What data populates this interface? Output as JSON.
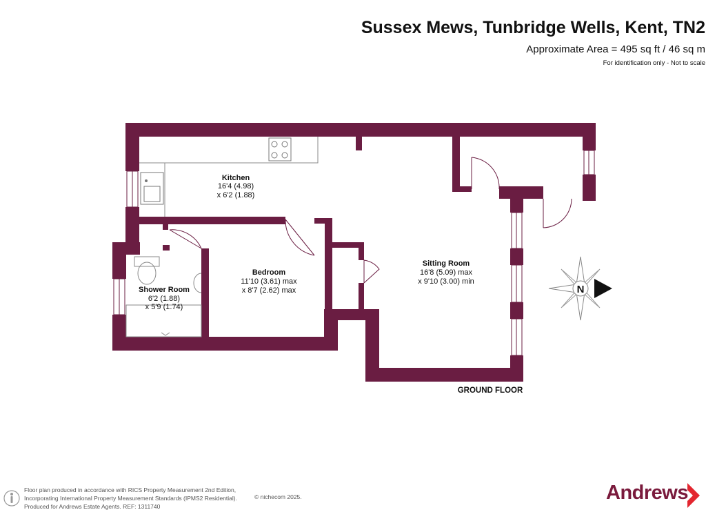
{
  "header": {
    "title": "Sussex Mews, Tunbridge Wells, Kent, TN2",
    "area": "Approximate Area = 495 sq ft / 46 sq m",
    "note": "For identification only - Not to scale"
  },
  "rooms": {
    "kitchen": {
      "name": "Kitchen",
      "dim1": "16'4 (4.98)",
      "dim2": "x 6'2 (1.88)"
    },
    "bedroom": {
      "name": "Bedroom",
      "dim1": "11'10 (3.61) max",
      "dim2": "x 8'7 (2.62) max"
    },
    "shower": {
      "name": "Shower Room",
      "dim1": "6'2 (1.88)",
      "dim2": "x 5'9 (1.74)"
    },
    "sitting": {
      "name": "Sitting Room",
      "dim1": "16'8 (5.09) max",
      "dim2": "x 9'10 (3.00) min"
    }
  },
  "floor_label": "GROUND FLOOR",
  "compass": {
    "letter": "N",
    "icon": "compass-icon"
  },
  "footer": {
    "line1": "Floor plan produced in accordance with RICS Property Measurement 2nd Edition,",
    "line2": "Incorporating International Property Measurement Standards (IPMS2 Residential).",
    "copyright": "© nichecom 2025.",
    "line3": "Produced for Andrews Estate Agents.   REF: 1311740"
  },
  "brand": {
    "name": "Andrews",
    "icon": "brand-chevron-icon"
  },
  "colors": {
    "wall": "#6a1d42",
    "brand": "#7a1a3c",
    "accent": "#e3262f"
  }
}
